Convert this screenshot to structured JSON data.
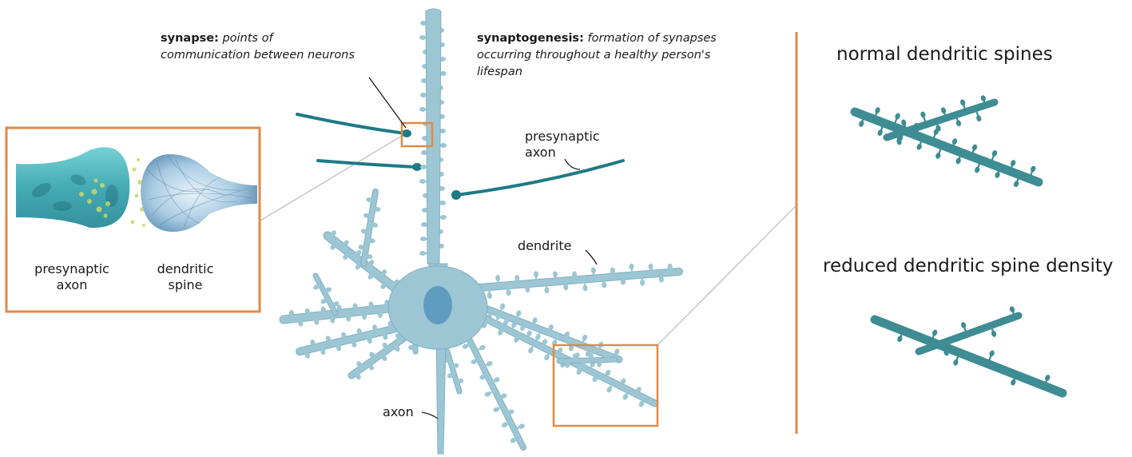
{
  "definitions": {
    "synapse_term": "synapse:",
    "synapse_text_line1": "points of",
    "synapse_text_line2": "communication between neurons",
    "synaptogenesis_term": "synaptogenesis:",
    "synaptogenesis_text_line1": "formation of synapses",
    "synaptogenesis_text_line2": "occurring throughout a healthy person's",
    "synaptogenesis_text_line3": "lifespan"
  },
  "inset": {
    "left_label_line1": "presynaptic",
    "left_label_line2": "axon",
    "right_label_line1": "dendritic",
    "right_label_line2": "spine"
  },
  "neuron_labels": {
    "presynaptic_line1": "presynaptic",
    "presynaptic_line2": "axon",
    "dendrite": "dendrite",
    "axon": "axon"
  },
  "comparison": {
    "normal_heading": "normal dendritic spines",
    "reduced_heading": "reduced dendritic spine density"
  },
  "colors": {
    "neuron_fill": "#9dc6d4",
    "neuron_stroke": "#7fb0c2",
    "nucleus": "#5f9cbf",
    "axon_teal": "#1f7a85",
    "spine_teal": "#3e8c94",
    "callout_orange": "#e08a45",
    "leader_gray": "#b9b9b9",
    "vesicle_yellow": "#c9d86a"
  }
}
